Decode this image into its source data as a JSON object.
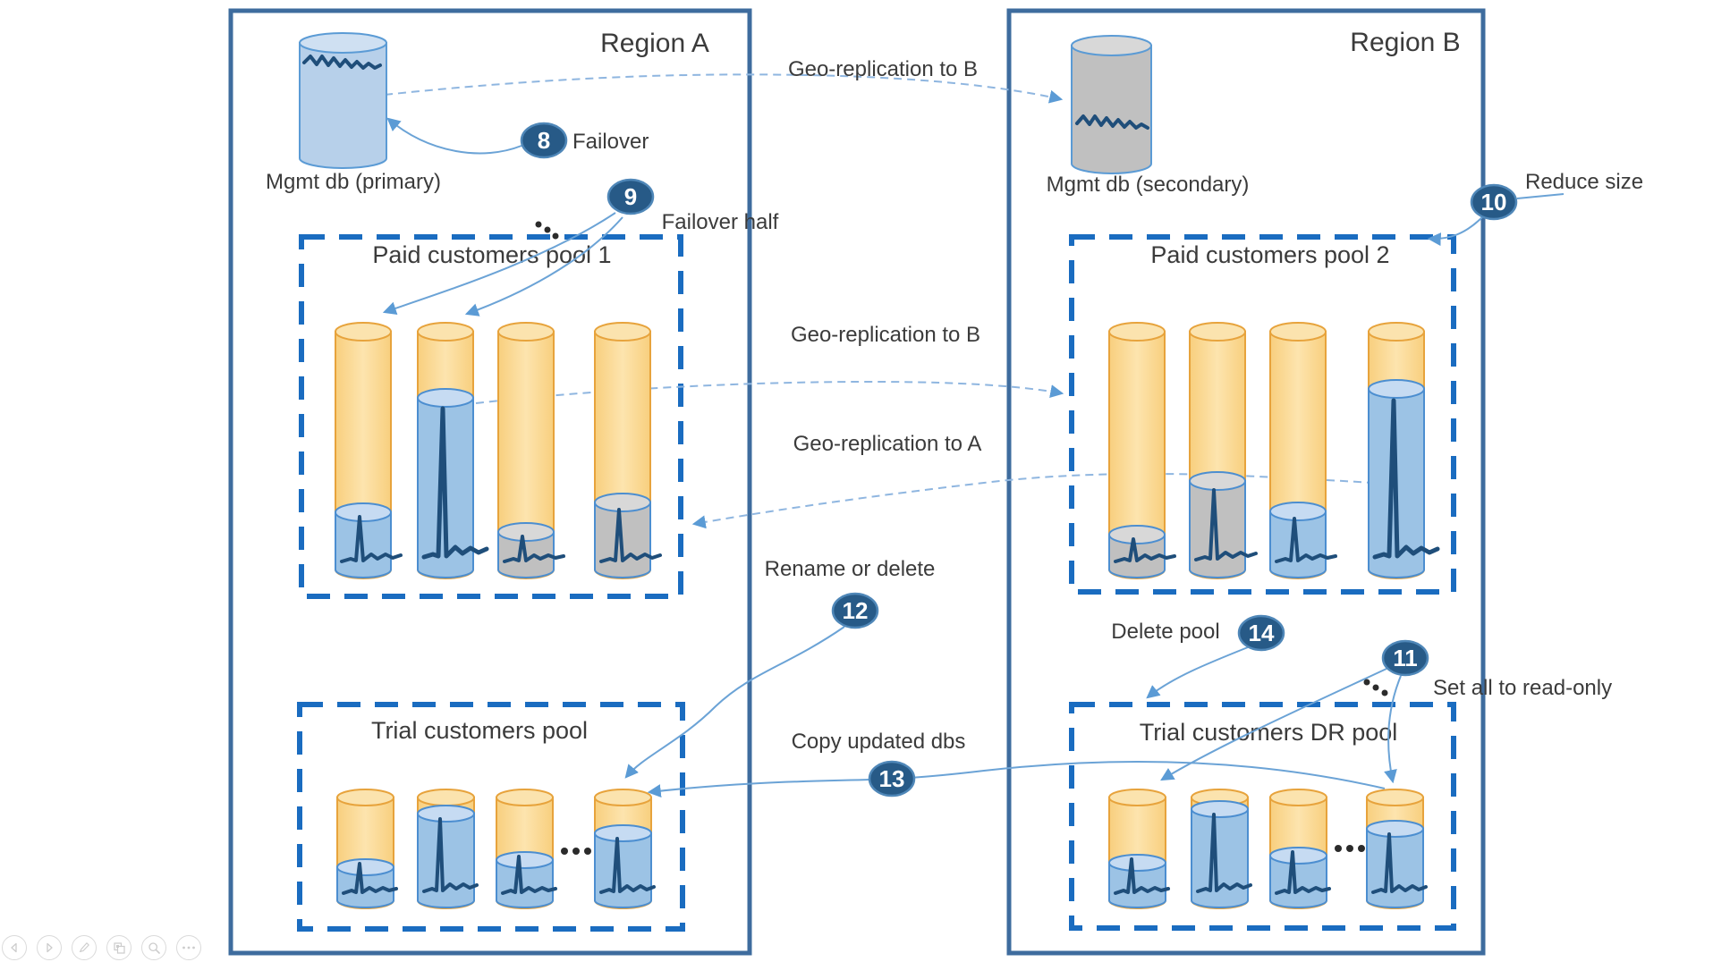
{
  "diagram": {
    "region_a": {
      "title": "Region A",
      "mgmt_db": {
        "label": "Mgmt db (primary)",
        "style": "blue-cylinder-with-waveform"
      },
      "pools": [
        {
          "title": "Paid customers pool 1",
          "databases": [
            {
              "color": "blue",
              "fill_level": "low"
            },
            {
              "color": "blue",
              "fill_level": "high"
            },
            {
              "color": "gray",
              "fill_level": "low"
            },
            {
              "color": "gray",
              "fill_level": "medium"
            }
          ]
        },
        {
          "title": "Trial customers pool",
          "has_ellipsis": true,
          "databases": [
            {
              "color": "blue",
              "fill_level": "low"
            },
            {
              "color": "blue",
              "fill_level": "high"
            },
            {
              "color": "blue",
              "fill_level": "low"
            },
            {
              "color": "blue",
              "fill_level": "medium"
            }
          ]
        }
      ]
    },
    "region_b": {
      "title": "Region B",
      "mgmt_db": {
        "label": "Mgmt db (secondary)",
        "style": "gray-cylinder-with-waveform"
      },
      "pools": [
        {
          "title": "Paid customers pool 2",
          "databases": [
            {
              "color": "gray",
              "fill_level": "low"
            },
            {
              "color": "gray",
              "fill_level": "medium"
            },
            {
              "color": "blue",
              "fill_level": "low"
            },
            {
              "color": "blue",
              "fill_level": "high"
            }
          ]
        },
        {
          "title": "Trial customers DR pool",
          "has_ellipsis": true,
          "databases": [
            {
              "color": "blue",
              "fill_level": "low"
            },
            {
              "color": "blue",
              "fill_level": "high"
            },
            {
              "color": "blue",
              "fill_level": "low"
            },
            {
              "color": "blue",
              "fill_level": "medium"
            }
          ]
        }
      ]
    },
    "flows": {
      "mgmt_geo_replication": "Geo-replication to B",
      "pool_geo_replication_to_b": "Geo-replication to B",
      "pool_geo_replication_to_a": "Geo-replication to A"
    },
    "annotations": [
      {
        "number": "8",
        "label": "Failover"
      },
      {
        "number": "9",
        "label": "Failover half"
      },
      {
        "number": "10",
        "label": "Reduce size"
      },
      {
        "number": "11",
        "label": "Set all to read-only"
      },
      {
        "number": "12",
        "label": "Rename or delete"
      },
      {
        "number": "13",
        "label": "Copy updated dbs"
      },
      {
        "number": "14",
        "label": "Delete pool"
      }
    ]
  },
  "toolbar": {
    "buttons": [
      "previous-slide",
      "next-slide",
      "pen",
      "slide-navigator",
      "zoom",
      "more-options"
    ]
  },
  "colors": {
    "region_border": "#3e6c9e",
    "pool_border": "#1a6cc0",
    "badge_fill": "#275a87",
    "db_orange": "#fbd88d",
    "db_blue": "#9cc3e5",
    "db_gray": "#c0c0c0",
    "waveform": "#1f4e7a",
    "arrow": "#5b9bd5",
    "text": "#3b3b3b"
  }
}
